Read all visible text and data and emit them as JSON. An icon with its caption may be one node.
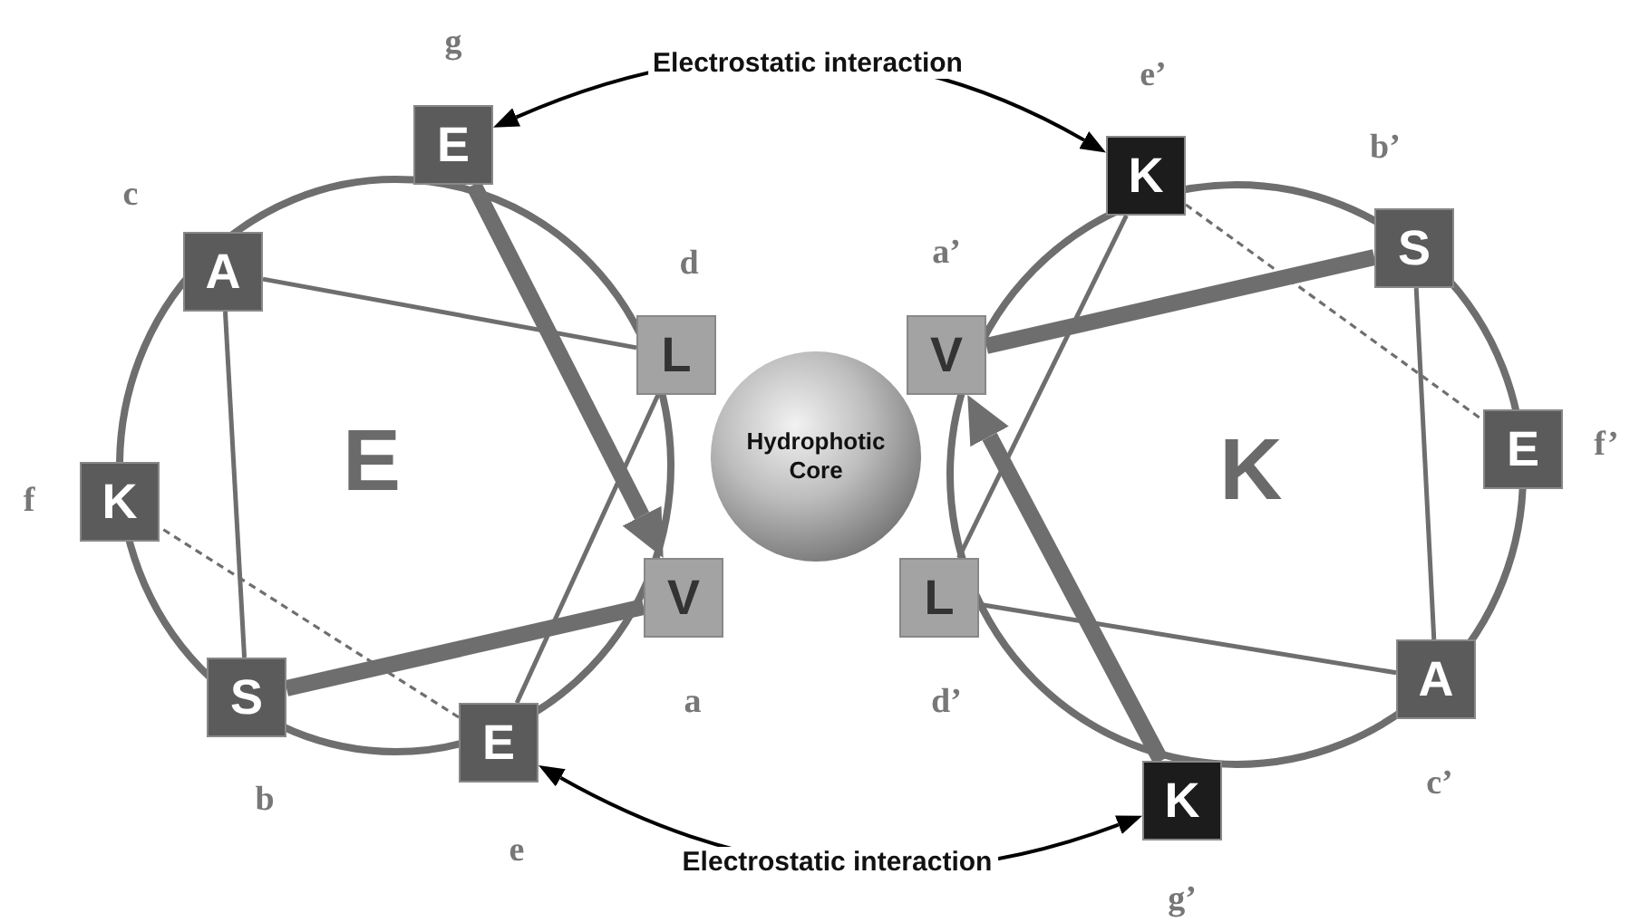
{
  "diagram": {
    "nodes": [
      {
        "text": [
          "E"
        ],
        "beside": [
          "g"
        ]
      },
      {
        "text": [
          "K"
        ],
        "beside": [
          "e’"
        ]
      },
      {
        "text": [
          "A"
        ],
        "beside": [
          "c"
        ]
      },
      {
        "text": [
          "S"
        ],
        "beside": [
          "b’"
        ]
      },
      {
        "text": [
          "L"
        ],
        "beside": [
          "d"
        ]
      },
      {
        "text": [
          "V"
        ],
        "beside": [
          "a’"
        ]
      },
      {
        "text": [
          "Hydrophotic Core"
        ]
      },
      {
        "text": [
          "K"
        ],
        "beside": [
          "f"
        ]
      },
      {
        "text": [
          "E"
        ],
        "beside": [
          "f’"
        ]
      },
      {
        "text": [
          "V"
        ],
        "beside": [
          "a"
        ]
      },
      {
        "text": [
          "L"
        ],
        "beside": [
          "d’"
        ]
      },
      {
        "text": [
          "S"
        ],
        "beside": [
          "b"
        ]
      },
      {
        "text": [
          "E"
        ],
        "beside": [
          "e"
        ]
      },
      {
        "text": [
          "A"
        ],
        "beside": [
          "c’"
        ]
      },
      {
        "text": [
          "K"
        ],
        "beside": [
          "g’"
        ]
      }
    ],
    "edges": [
      {
        "from": 0,
        "to": 9,
        "arrow": "to",
        "style": "thick"
      },
      {
        "from": 9,
        "to": 11,
        "arrow": "none",
        "style": "thick"
      },
      {
        "from": 11,
        "to": 2,
        "arrow": "none"
      },
      {
        "from": 2,
        "to": 4,
        "arrow": "none"
      },
      {
        "from": 4,
        "to": 12,
        "arrow": "none"
      },
      {
        "from": 12,
        "to": 7,
        "arrow": "none",
        "style": "dashed"
      },
      {
        "from": 14,
        "to": 5,
        "arrow": "to",
        "style": "thick"
      },
      {
        "from": 5,
        "to": 3,
        "arrow": "none",
        "style": "thick"
      },
      {
        "from": 3,
        "to": 13,
        "arrow": "none"
      },
      {
        "from": 13,
        "to": 10,
        "arrow": "none"
      },
      {
        "from": 10,
        "to": 1,
        "arrow": "none"
      },
      {
        "from": 1,
        "to": 8,
        "arrow": "none",
        "style": "dashed"
      },
      {
        "from": 0,
        "to": 1,
        "arrow": "both",
        "label": "Electrostatic interaction",
        "color": "#000000"
      },
      {
        "from": 12,
        "to": 14,
        "arrow": "both",
        "label": "Electrostatic interaction",
        "color": "#000000"
      }
    ],
    "labels": [
      "E",
      "K"
    ]
  }
}
